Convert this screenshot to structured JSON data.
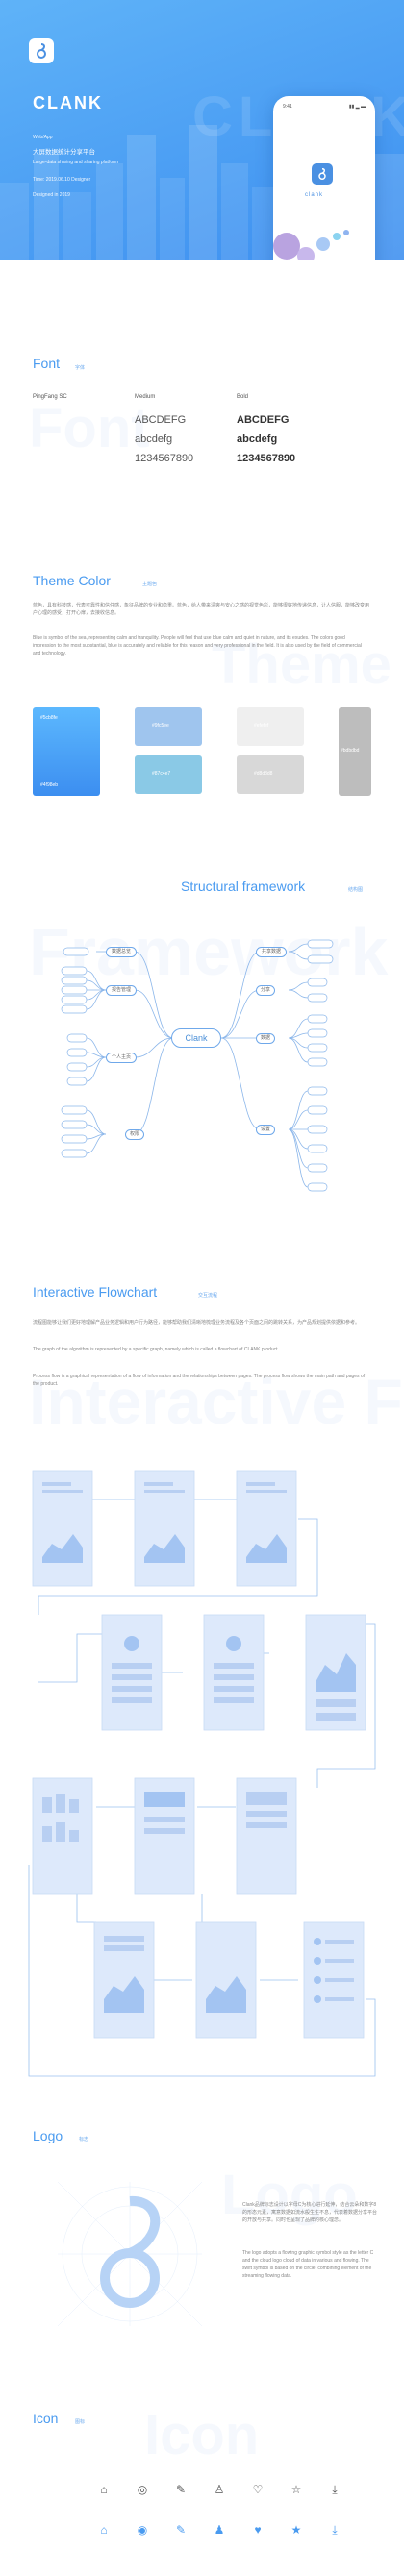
{
  "hero": {
    "brand": "CLANK",
    "bg_word": "CLANK",
    "line1": "Web/App",
    "subtitle": "大屏数据统计分享平台",
    "line3": "Large-data sharing and sharing platform",
    "line4": "Time: 2019.06.10        Designer",
    "line5": "Designed in 2019",
    "phone_status_left": "9:41",
    "phone_status_right": "▮▮ ▂ ▬",
    "phone_brand": "clank"
  },
  "font": {
    "title": "Font",
    "small": "字体",
    "ghost": "Font",
    "col1": "PingFang SC",
    "col2": "Medium",
    "col3": "Bold",
    "sample_upper": "ABCDEFG",
    "sample_lower": "abcdefg",
    "sample_num": "1234567890"
  },
  "theme": {
    "title": "Theme Color",
    "small": "主题色",
    "ghost": "Theme C",
    "desc_cn": "蓝色，具有科技感，代表可靠性和信任感，象征品牌的专业和稳重。蓝色，给人带来清爽与安心之感的视觉色彩，能够很好地传递信息，让人信服，能够改变用户心理的感受，打开心扉，去接收信息。",
    "desc_en": "Blue is symbol of the sea, representing calm and tranquility. People will feel that use blue calm and quiet in nature, and its exudes. The colors good impression to the most substantial, blue is accurately and reliable for this reason and very professional in the field. It is also used by the field of commercial and technology.",
    "swatches": [
      "#5cb8fe",
      "#9fc5ee",
      "#efefef",
      "#b3b3b3",
      "#8ac9e6",
      "#d8d8d8",
      "#bdbdbd"
    ],
    "sw_labels": [
      "#5cb8fe",
      "#4f98eb",
      "#9fc5ee",
      "#87c4e7",
      "#efefef",
      "#d8d8d8",
      "#bdbdbd"
    ]
  },
  "structure": {
    "title": "Structural framework",
    "small": "结构图",
    "ghost": "Framework",
    "center": "Clank",
    "left": [
      "数据总览",
      "报告管理",
      "个人主页",
      "权限"
    ],
    "right": [
      "共享数据",
      "分享",
      "数据",
      "设置"
    ]
  },
  "flow": {
    "title": "Interactive Flowchart",
    "small": "交互流程",
    "ghost": "Interactive Flow",
    "desc_cn": "流程图能够让我们更好地理解产品业务逻辑和用户行为路径，能够帮助我们清晰地梳理业务流程及各个页面之间的跳转关系，为产品规划提供依据和参考。",
    "desc_en1": "The graph of the algorithm is represented by a specific graph, namely which is called a flowchart of CLANK product.",
    "desc_en2": "Process flow is a graphical representation of a flow of information and the relationships between pages. The process flow shows the main path and pages of the product."
  },
  "logo": {
    "title": "Logo",
    "small": "标志",
    "ghost": "Logo",
    "desc_cn": "Clank品牌标志设计以字母C为核心进行延伸，结合云朵和数字8的形态元素，寓意数据如流水般生生不息，代表着数据分享平台的开放与共享。同时也呈现了品牌的核心理念。",
    "desc_en": "The logo adopts a flowing graphic symbol style as the letter C and the cloud logo cloud of data in various and flowing. The swift symbol is based on the circle, combining element of the streaming flowing data."
  },
  "icon": {
    "title": "Icon",
    "small": "图标",
    "ghost": "Icon"
  }
}
